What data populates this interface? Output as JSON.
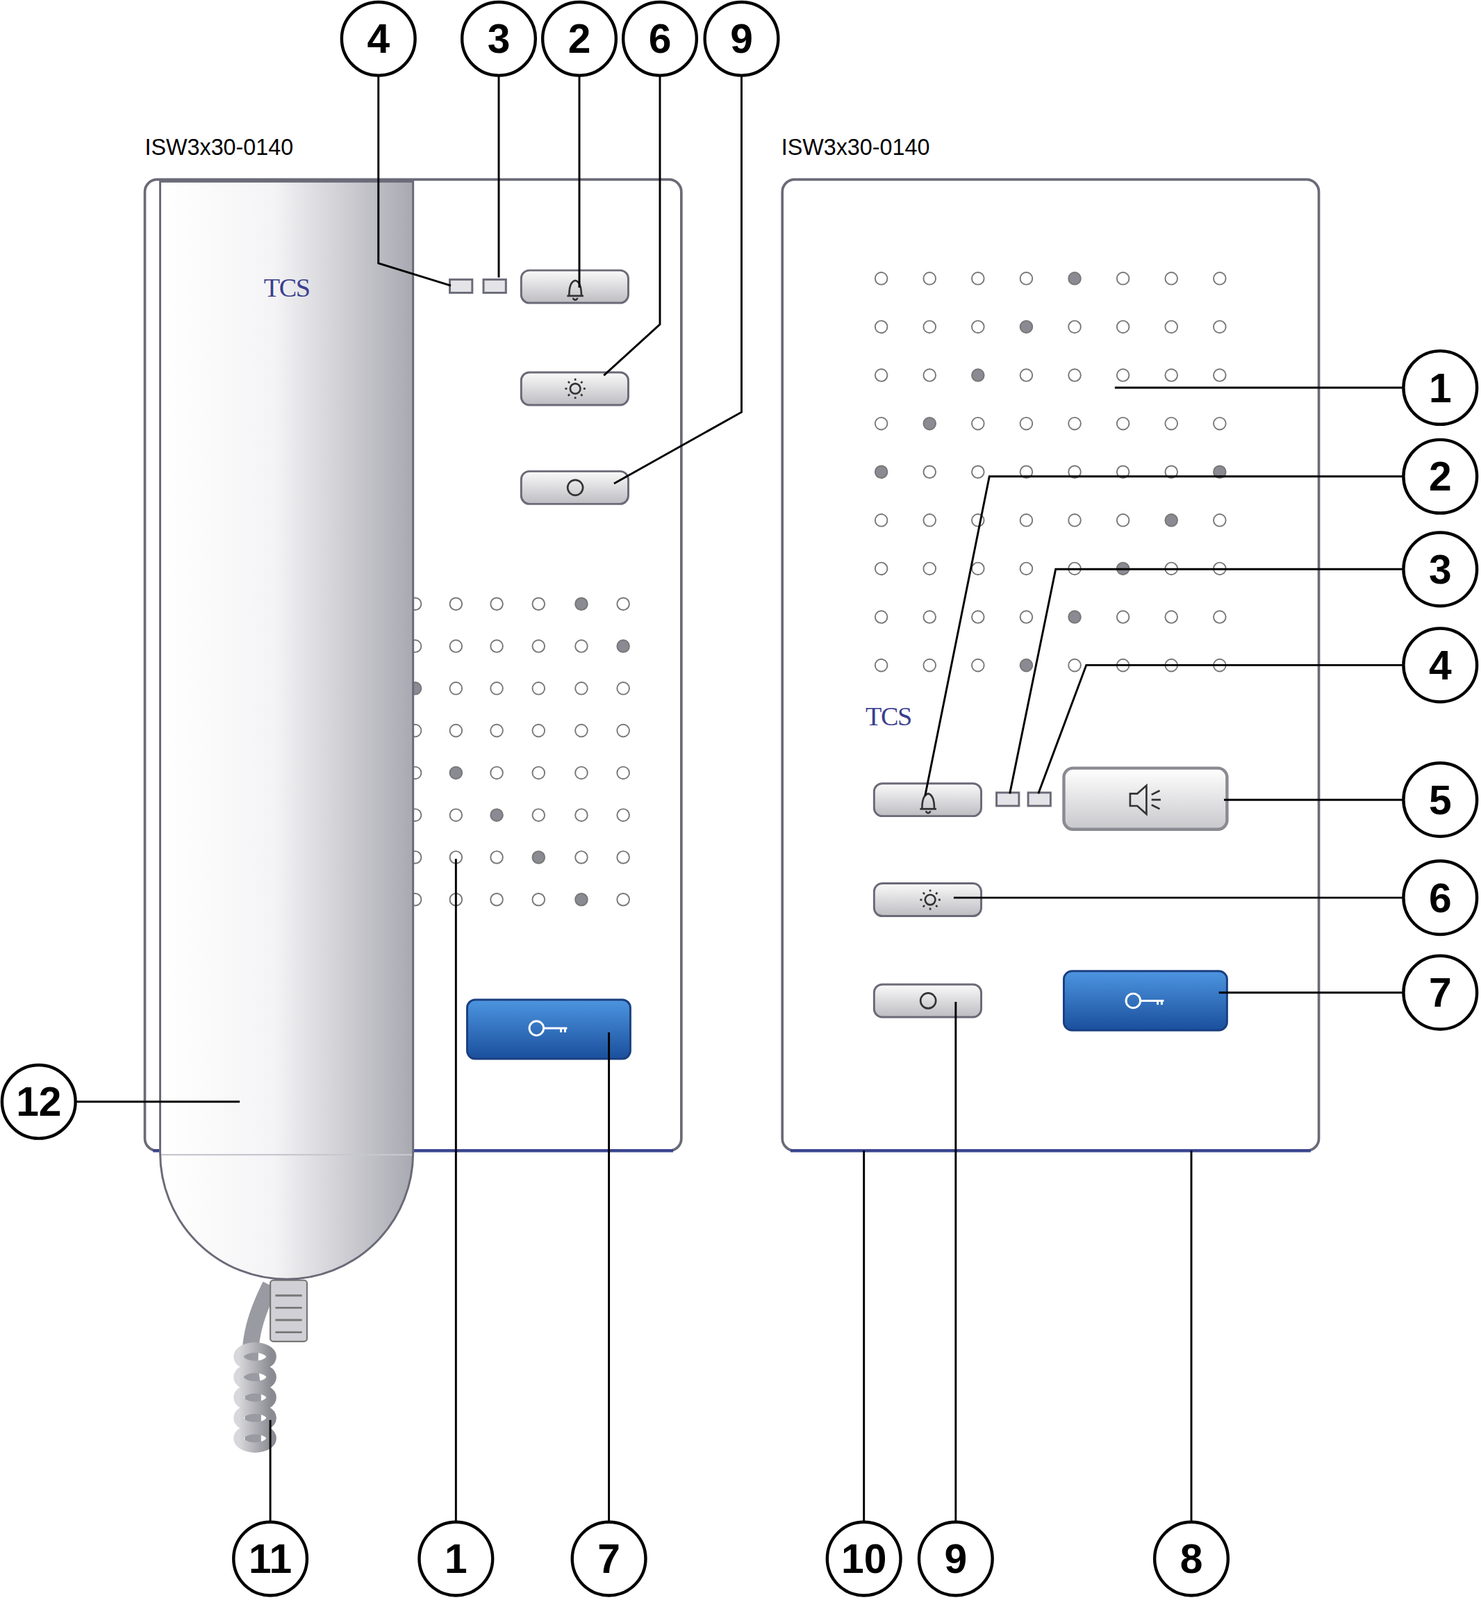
{
  "diagram": {
    "labels": [
      "ISW3x30-0140",
      "TCS",
      "4",
      "3",
      "2",
      "6",
      "9",
      "12",
      "11",
      "1",
      "7",
      "ISW3x30-0140",
      "TCS",
      "1",
      "2",
      "3",
      "4",
      "5",
      "6",
      "7",
      "10",
      "9",
      "8"
    ]
  }
}
